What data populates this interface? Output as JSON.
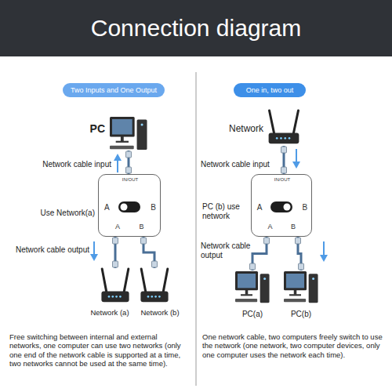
{
  "diagram": {
    "title": "Connection diagram",
    "nodes": [
      {
        "text": [
          "Two Inputs and One Output"
        ]
      },
      {
        "text": [
          "One in, two out"
        ]
      },
      {
        "text": [
          "PC"
        ]
      },
      {
        "text": [
          "IN/OUT",
          "A",
          "B",
          "A",
          "B"
        ]
      },
      {
        "text": [
          "Network (a)"
        ]
      },
      {
        "text": [
          "Network (b)"
        ]
      },
      {
        "text": [
          "Network"
        ]
      },
      {
        "text": [
          "IN/OUT",
          "A",
          "B",
          "A",
          "B"
        ]
      },
      {
        "text": [
          "PC(a)"
        ]
      },
      {
        "text": [
          "PC(b)"
        ]
      }
    ],
    "edges": [
      {
        "from": 2,
        "to": 3,
        "arrow": "none"
      },
      {
        "from": 3,
        "to": 4,
        "arrow": "none"
      },
      {
        "from": 3,
        "to": 5,
        "arrow": "none"
      },
      {
        "from": 6,
        "to": 7,
        "arrow": "none"
      },
      {
        "from": 7,
        "to": 8,
        "arrow": "none"
      },
      {
        "from": 7,
        "to": 9,
        "arrow": "none"
      }
    ],
    "labels": [
      "Network cable input",
      "Use Network(a)",
      "Network cable output",
      "Free switching between internal and external networks, one computer can use two networks (only one end of the network cable is supported at a time, two networks cannot be used at the same time).",
      "Network cable input",
      "PC (b) use network",
      "Network cable output",
      "One network cable, two computers freely switch to use the network (one network, two computer devices, only one computer uses the network each time)."
    ]
  }
}
